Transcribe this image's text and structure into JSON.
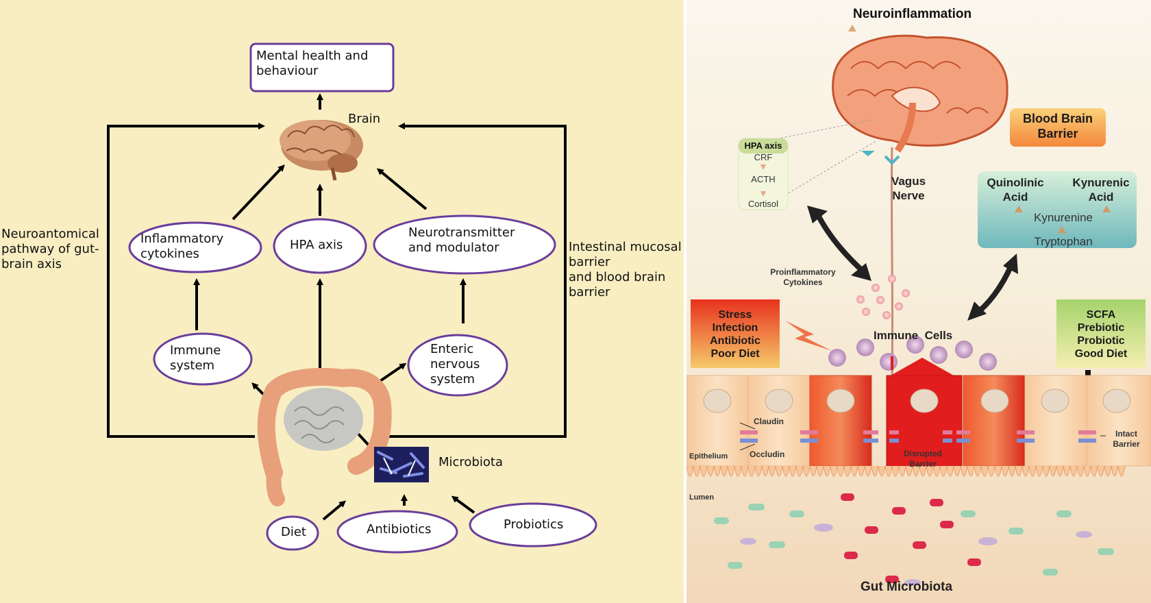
{
  "left": {
    "mental_health": "Mental health and\nbehaviour",
    "brain": "Brain",
    "neuro_pathway": "Neuroantomical\npathway of gut-\nbrain axis",
    "intestinal": "Intestinal mucosal\nbarrier\nand blood brain\nbarrier",
    "inflammatory": "Inflammatory\ncytokines",
    "hpa": "HPA axis",
    "neurotransmitter": "Neurotransmitter\nand modulator",
    "immune": "Immune\nsystem",
    "enteric": "Enteric\nnervous\nsystem",
    "microbiota": "Microbiota",
    "diet": "Diet",
    "antibiotics": "Antibiotics",
    "probiotics": "Probiotics"
  },
  "right": {
    "neuroinflammation": "Neuroinflammation",
    "bbb": "Blood Brain\nBarrier",
    "hpa_title": "HPA axis",
    "crf": "CRF",
    "acth": "ACTH",
    "cortisol": "Cortisol",
    "vagus": "Vagus\nNerve",
    "quinolinic": "Quinolinic\nAcid",
    "kynurenic": "Kynurenic\nAcid",
    "kynurenine": "Kynurenine",
    "tryptophan": "Tryptophan",
    "proinflammatory": "Proinflammatory\nCytokines",
    "stress": "Stress\nInfection\nAntibiotic\nPoor Diet",
    "immune_cells": "Immune  Cells",
    "scfa": "SCFA\nPrebiotic\nProbiotic\nGood Diet",
    "claudin": "Claudin",
    "occludin": "Occludin",
    "epithelium": "Epithelium",
    "disrupted": "Disrupted\nBarrier",
    "intact": "Intact\nBarrier",
    "lumen": "Lumen",
    "gut_microbiota": "Gut Microbiota"
  }
}
